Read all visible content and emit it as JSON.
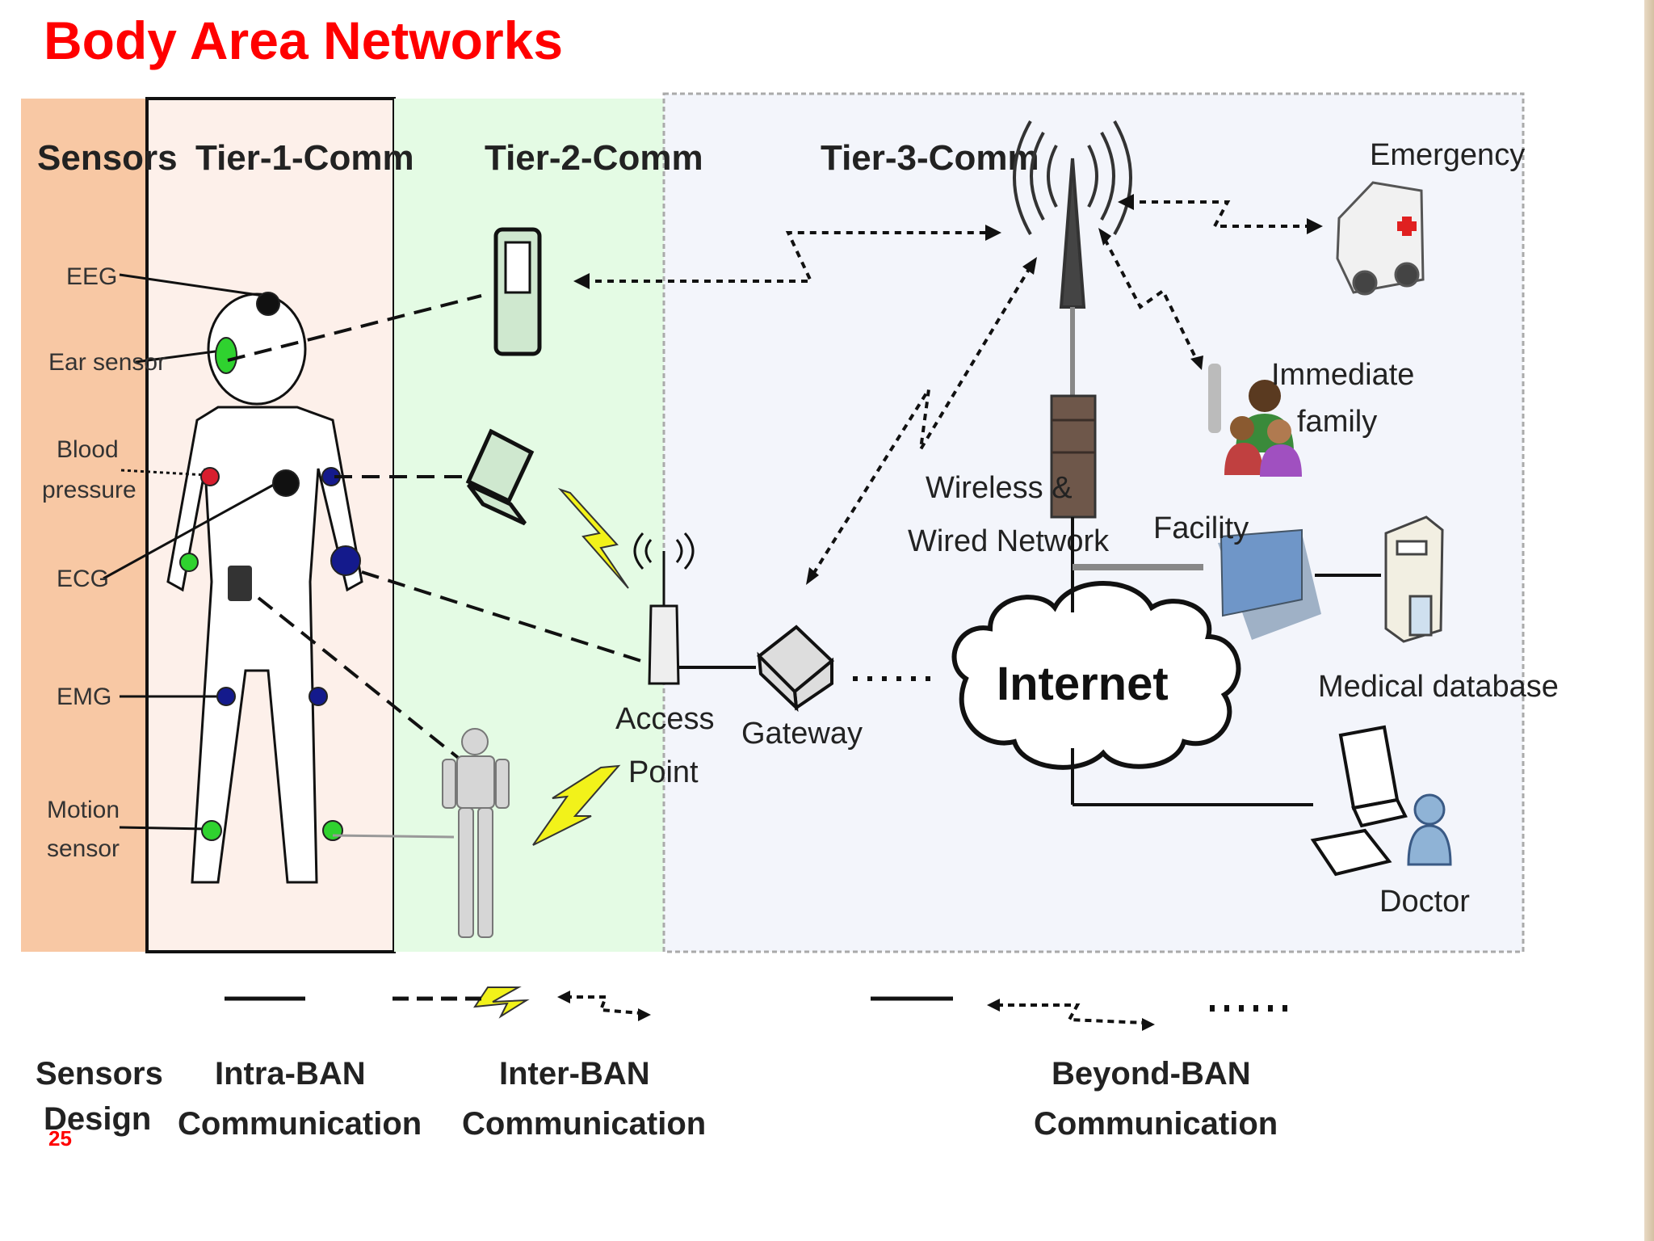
{
  "slide": {
    "title": "Body Area Networks",
    "page_number": "25"
  },
  "colors": {
    "title": "#ff0000",
    "sensors_column": "#f8c8a4",
    "tier1_column": "#fdf0ea",
    "tier2_column": "#e4fbe4",
    "tier3_column": "#f3f5fb",
    "sensor_green": "#2fd22f",
    "sensor_blue": "#141a8c",
    "sensor_red": "#d81e2e",
    "lightning": "#f2f21a"
  },
  "diagram": {
    "headers": {
      "sensors": "Sensors",
      "tier1": "Tier-1-Comm",
      "tier2": "Tier-2-Comm",
      "tier3": "Tier-3-Comm"
    },
    "sensor_labels": {
      "eeg": "EEG",
      "ear": "Ear sensor",
      "bp_line1": "Blood",
      "bp_line2": "pressure",
      "ecg": "ECG",
      "emg": "EMG",
      "motion_line1": "Motion",
      "motion_line2": "sensor"
    },
    "nodes": {
      "access_point_line1": "Access",
      "access_point_line2": "Point",
      "gateway": "Gateway",
      "internet": "Internet",
      "network_line1": "Wireless &",
      "network_line2": "Wired Network",
      "facility": "Facility",
      "emergency": "Emergency",
      "family_line1": "Immediate",
      "family_line2": "family",
      "medical_database": "Medical database",
      "doctor": "Doctor"
    },
    "icons": {
      "pda": "pda-icon",
      "laptop": "laptop-icon",
      "robot": "robot-icon",
      "access_point": "access-point-icon",
      "gateway": "gateway-icon",
      "cell_tower": "cell-tower-icon",
      "server": "server-icon",
      "cloud": "cloud-icon",
      "ambulance": "ambulance-icon",
      "family": "family-icon",
      "building": "building-icon",
      "database": "database-icon",
      "computer": "computer-icon",
      "doctor": "doctor-icon"
    },
    "legend": {
      "sensors_design_line1": "Sensors",
      "sensors_design_line2": "Design",
      "intra_ban_line1": "Intra-BAN",
      "intra_ban_line2": "Communication",
      "inter_ban_line1": "Inter-BAN",
      "inter_ban_line2": "Communication",
      "beyond_ban_line1": "Beyond-BAN",
      "beyond_ban_line2": "Communication"
    }
  }
}
